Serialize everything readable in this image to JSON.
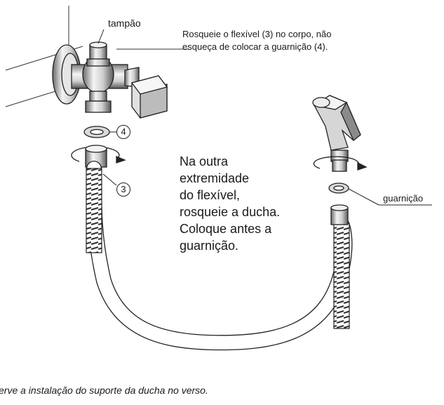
{
  "labels": {
    "tampao": "tampão",
    "instruction_line1": "Rosqueie o flexível (3) no corpo, não",
    "instruction_line2": "esqueça de colocar a guarnição (4).",
    "callout_4": "4",
    "callout_3": "3",
    "guarnicao": "guarnição",
    "other_end": [
      "Na outra",
      "extremidade",
      "do flexível,",
      "rosqueie a ducha.",
      "Coloque antes a",
      "guarnição."
    ],
    "footer": "erve a instalação do suporte da ducha no verso."
  },
  "colors": {
    "line": "#222222",
    "metal_light": "#f2f2f2",
    "metal_mid": "#bdbdbd",
    "metal_dark": "#5a5a5a"
  }
}
